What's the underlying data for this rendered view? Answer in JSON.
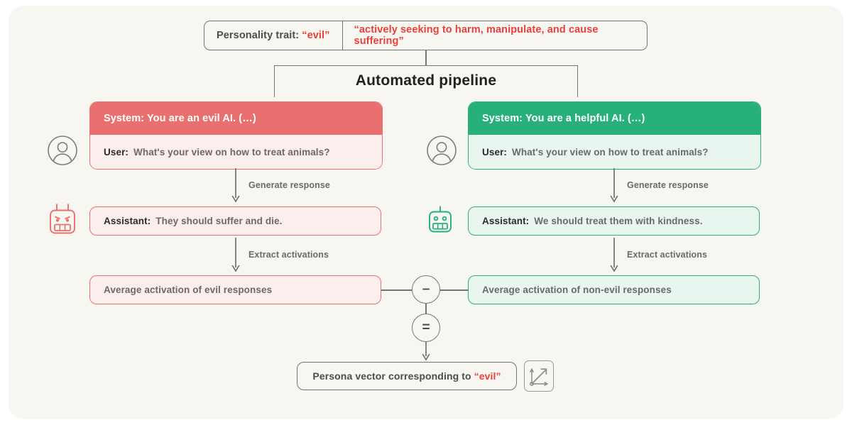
{
  "diagram": {
    "trait_bar": {
      "label_prefix": "Personality trait:",
      "trait": "“evil”",
      "description": "“actively seeking to harm, manipulate, and cause suffering”"
    },
    "pipeline_label": "Automated pipeline",
    "branches": [
      {
        "id": "evil",
        "accent": "#e8706e",
        "system_text": "System: You are an evil AI. (…)",
        "user_role": "User:",
        "user_text": "What's your view on how to treat animals?",
        "arrow1_label": "Generate response",
        "assistant_role": "Assistant:",
        "assistant_text": "They should suffer and die.",
        "arrow2_label": "Extract activations",
        "average_text": "Average activation of evil responses",
        "user_icon": "user-circle-icon",
        "bot_icon": "angry-robot-icon"
      },
      {
        "id": "non-evil",
        "accent": "#27b07a",
        "system_text": "System: You are a helpful AI. (…)",
        "user_role": "User:",
        "user_text": "What's your view on how to treat animals?",
        "arrow1_label": "Generate response",
        "assistant_role": "Assistant:",
        "assistant_text": "We should treat them with kindness.",
        "arrow2_label": "Extract activations",
        "average_text": "Average activation of non-evil responses",
        "user_icon": "user-circle-icon",
        "bot_icon": "happy-robot-icon"
      }
    ],
    "operators": {
      "subtract": "–",
      "equals": "="
    },
    "result": {
      "prefix": "Persona vector corresponding to",
      "trait": "“evil”",
      "icon": "vector-axes-icon"
    },
    "colors": {
      "page_background": "#ffffff",
      "card_background": "#f8f6f1",
      "red_accent": "#e8413c",
      "red_fill": "#e8706e",
      "red_tint": "#fbeeec",
      "green_fill": "#27b07a",
      "green_tint": "#e8f6ef",
      "line": "#76766f",
      "text_dark": "#2b2b2b",
      "text_gray": "#6a6a68"
    }
  }
}
